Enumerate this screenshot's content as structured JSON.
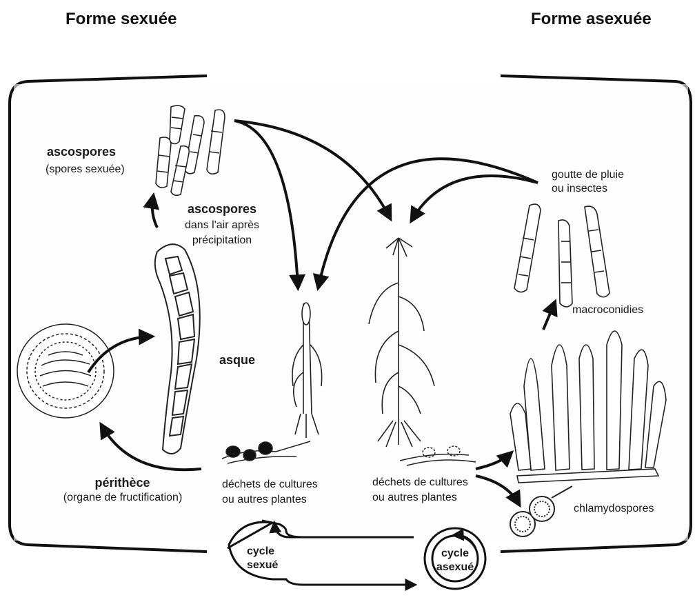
{
  "headers": {
    "sexual": "Forme sexuée",
    "asexual": "Forme asexuée"
  },
  "labels": {
    "ascospores_title": "ascospores",
    "ascospores_sub": "(spores sexuée)",
    "ascospores_air_title": "ascospores",
    "ascospores_air_line1": "dans l'air après",
    "ascospores_air_line2": "précipitation",
    "asque": "asque",
    "perithece_title": "périthèce",
    "perithece_sub": "(organe de fructification)",
    "debris_left_1": "déchets de cultures",
    "debris_left_2": "ou autres plantes",
    "debris_right_1": "déchets de cultures",
    "debris_right_2": "ou autres plantes",
    "rain_1": "goutte de pluie",
    "rain_2": "ou insectes",
    "macroconidies": "macroconidies",
    "chlamydospores": "chlamydospores",
    "cycle_sexual_1": "cycle",
    "cycle_sexual_2": "sexué",
    "cycle_asexual_1": "cycle",
    "cycle_asexual_2": "asexué"
  }
}
